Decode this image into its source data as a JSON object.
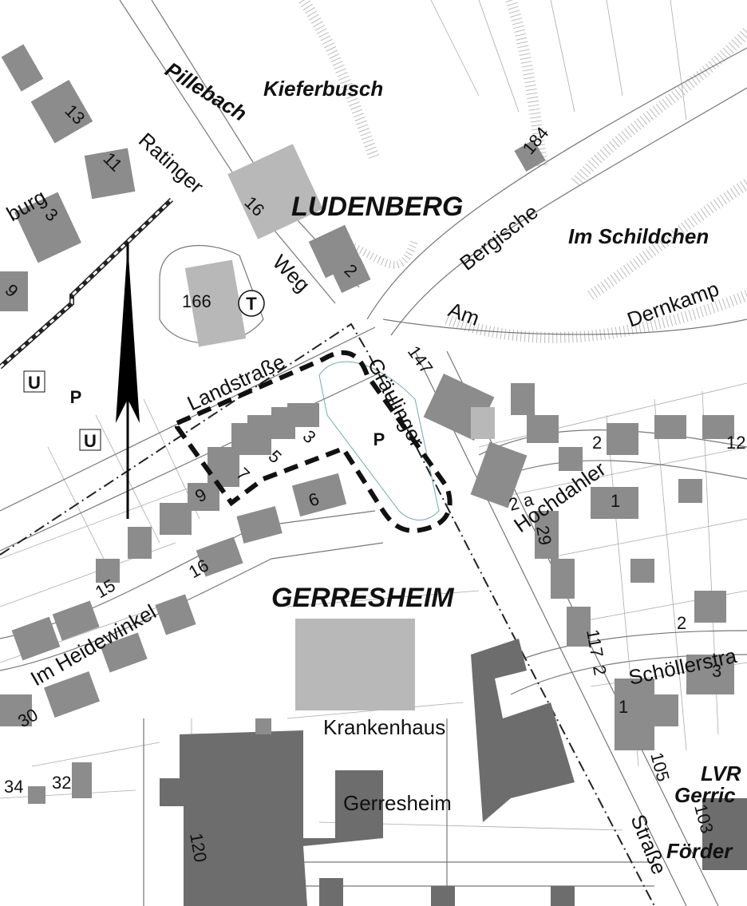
{
  "districts": {
    "ludenberg": "LUDENBERG",
    "gerresheim": "GERRESHEIM"
  },
  "places": {
    "kieferbusch": "Kieferbusch",
    "im_schildchen": "Im Schildchen",
    "pillebach": "Pillebach",
    "lvr_a": "LVR",
    "lvr_b": "Gerric",
    "lvr_c": "Förder"
  },
  "streets": {
    "ratinger": "Ratinger",
    "weg": "Weg",
    "landstrasse": "Landstraße",
    "bergische": "Bergische",
    "am": "Am",
    "dernkamp": "Dernkamp",
    "graeulinger": "Gräulinger",
    "strasse": "Straße",
    "hochdahler": "Hochdahler",
    "schoellerstr": "Schöllerstra",
    "im_heidewinkel": "Im Heidewinkel",
    "burg": "burg"
  },
  "labels": {
    "krankenhaus": "Krankenhaus",
    "gerresheim_small": "Gerresheim"
  },
  "symbols": {
    "parking": "P",
    "underground": "U",
    "taxi": "T"
  },
  "house_numbers": {
    "n13": "13",
    "n11": "11",
    "n3a": "3",
    "n9a": "9",
    "n16a": "16",
    "n2a": "2",
    "n166": "166",
    "n184": "184",
    "n147": "147",
    "n7": "7",
    "n5": "5",
    "n3b": "3",
    "n9b": "9",
    "n6": "6",
    "n15": "15",
    "n16b": "16",
    "n30": "30",
    "n34": "34",
    "n32": "32",
    "n120": "120",
    "n2b": "2",
    "n12": "12",
    "n2c": "2 a",
    "n1a": "1",
    "n29": "29",
    "n2d": "2",
    "n117": "117",
    "n2e": "2",
    "n3c": "3",
    "n1b": "1",
    "n105": "105",
    "n103": "103"
  }
}
